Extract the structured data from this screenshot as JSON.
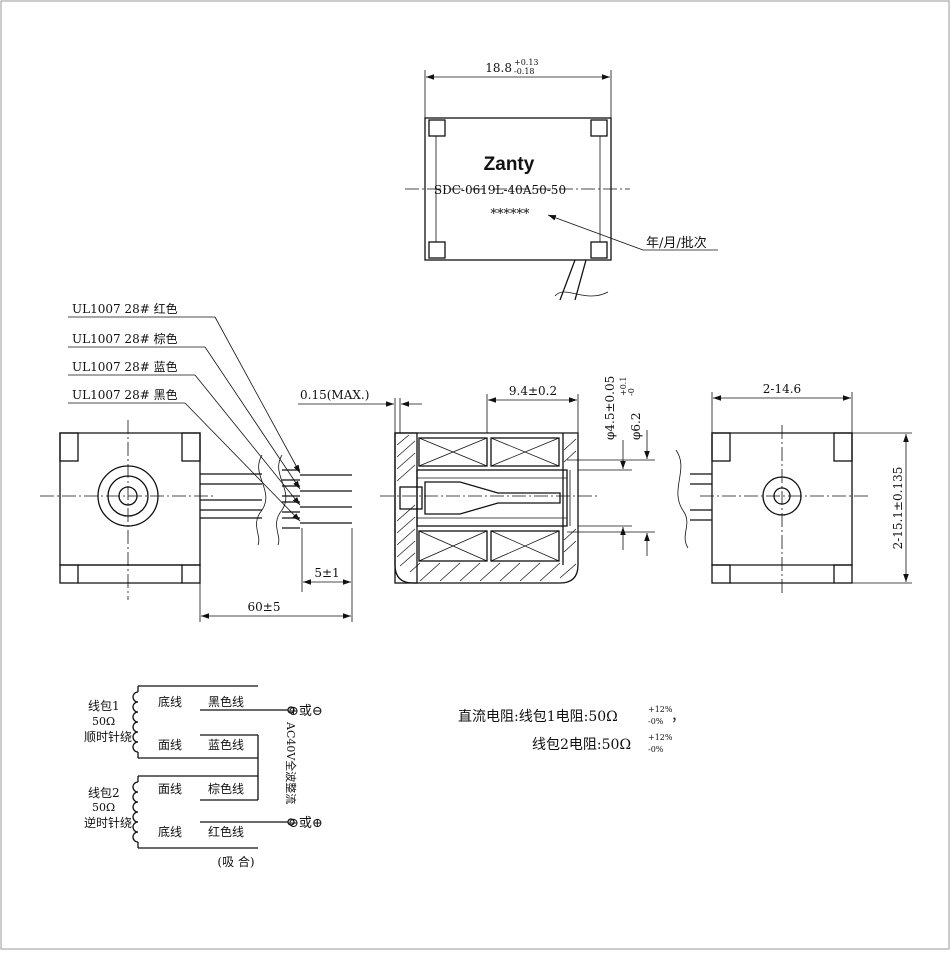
{
  "top_view": {
    "width_dim": "18.8",
    "width_tol_upper": "+0.13",
    "width_tol_lower": "-0.18",
    "brand": "Zanty",
    "model": "SDC-0619L-40A50-50",
    "stars": "******",
    "date_label": "年/月/批次"
  },
  "wires": {
    "items": [
      {
        "label": "UL1007 28# 红色"
      },
      {
        "label": "UL1007 28# 棕色"
      },
      {
        "label": "UL1007 28# 蓝色"
      },
      {
        "label": "UL1007 28# 黑色"
      }
    ],
    "strip_dim": "5±1",
    "length_dim": "60±5"
  },
  "section_view": {
    "gap_dim": "0.15(MAX.)",
    "coil_dim": "9.4±0.2",
    "inner_dia": "φ4.5±0.05",
    "outer_dia_base": "φ6.2",
    "outer_dia_tol_upper": "+0.1",
    "outer_dia_tol_lower": "-0"
  },
  "side_view": {
    "width_dim": "2-14.6",
    "height_dim": "2-15.1±0.135"
  },
  "wiring": {
    "coil1_name": "线包1",
    "coil1_res": "50Ω",
    "coil1_dir": "顺时针绕",
    "coil2_name": "线包2",
    "coil2_res": "50Ω",
    "coil2_dir": "逆时针绕",
    "bottom_wire": "底线",
    "top_wire": "面线",
    "black_wire": "黑色线",
    "blue_wire": "蓝色线",
    "brown_wire": "棕色线",
    "red_wire": "红色线",
    "terminal_top": "⊕或⊖",
    "terminal_bottom": "⊖或⊕",
    "supply": "AC40V全波整流",
    "caption": "(吸 合)"
  },
  "resistance": {
    "line1": "直流电阻:线包1电阻:50Ω",
    "line2": "线包2电阻:50Ω",
    "tol_upper": "+12%",
    "tol_lower": "-0%",
    "comma": "，"
  }
}
